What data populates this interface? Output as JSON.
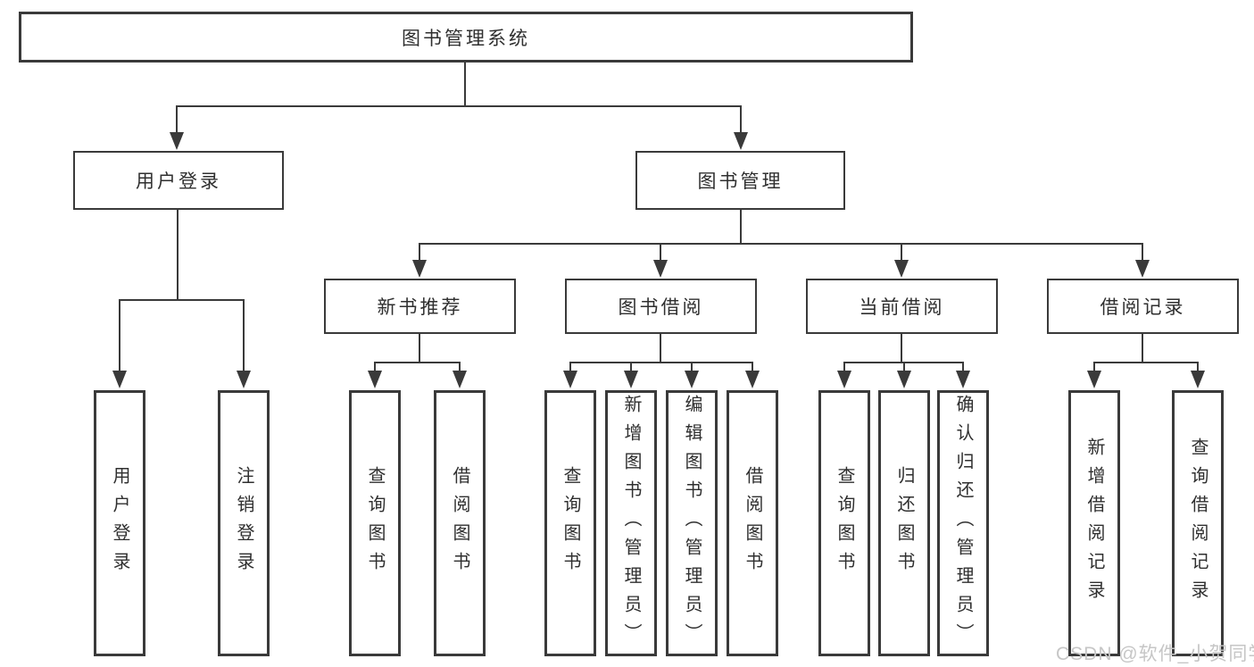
{
  "diagram_title": "图书管理系统",
  "watermark": "CSDN @软件_小贺同学",
  "colors": {
    "line": "#3a3a3a",
    "text": "#2f2f2f",
    "background": "#ffffff",
    "watermark": "#c6c6c6"
  },
  "tree": {
    "root": "图书管理系统",
    "level1": [
      "用户登录",
      "图书管理"
    ],
    "level2": [
      "新书推荐",
      "图书借阅",
      "当前借阅",
      "借阅记录"
    ],
    "leaves": {
      "login": [
        "用户登录",
        "注销登录"
      ],
      "recommend": [
        "查询图书",
        "借阅图书"
      ],
      "borrow": [
        "查询图书",
        "新增图书（管理员）",
        "编辑图书（管理员）",
        "借阅图书"
      ],
      "current": [
        "查询图书",
        "归还图书",
        "确认归还（管理员）"
      ],
      "records": [
        "新增借阅记录",
        "查询借阅记录"
      ]
    }
  }
}
